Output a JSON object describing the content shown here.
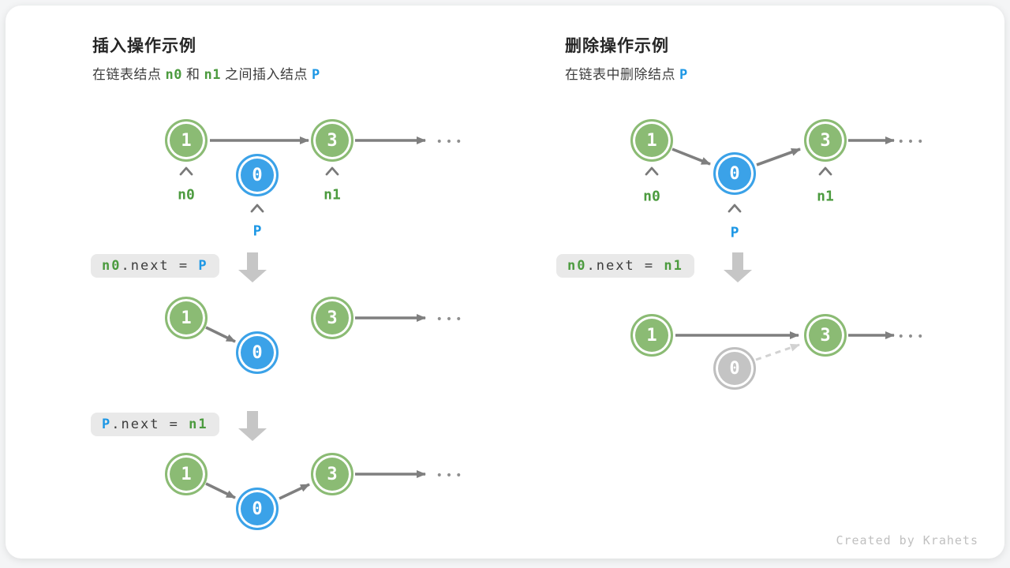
{
  "colors": {
    "node_green": "#8bbb74",
    "node_blue": "#3ba2e8",
    "node_gray": "#c4c4c4",
    "text_green": "#4c9b3f",
    "text_blue": "#1d97e5",
    "arrow_gray": "#7f7f7f",
    "dashed_arrow": "#d2d2d2",
    "block_arrow": "#c6c6c6",
    "code_bg": "#e9e9e9"
  },
  "icons": {
    "caret": "caret-up-icon",
    "flow": "block-arrow-down-icon",
    "ellipsis": "ellipsis-dots"
  },
  "footer": "Created by Krahets",
  "insert": {
    "title": "插入操作示例",
    "subtitle": [
      {
        "t": "在链表结点",
        "c": "plain"
      },
      {
        "t": "n0",
        "c": "green"
      },
      {
        "t": "和",
        "c": "plain"
      },
      {
        "t": "n1",
        "c": "green"
      },
      {
        "t": "之间插入结点",
        "c": "plain"
      },
      {
        "t": "P",
        "c": "blue"
      }
    ],
    "code1": [
      {
        "t": "n0",
        "c": "green"
      },
      {
        "t": ".next = ",
        "c": "plain"
      },
      {
        "t": "P",
        "c": "blue"
      }
    ],
    "code2": [
      {
        "t": "P",
        "c": "blue"
      },
      {
        "t": ".next = ",
        "c": "plain"
      },
      {
        "t": "n1",
        "c": "green"
      }
    ],
    "step1": {
      "nodes": [
        {
          "value": "1",
          "variant": "green"
        },
        {
          "value": "0",
          "variant": "blue"
        },
        {
          "value": "3",
          "variant": "green"
        }
      ],
      "labels": [
        {
          "t": "n0",
          "c": "green"
        },
        {
          "t": "P",
          "c": "blue"
        },
        {
          "t": "n1",
          "c": "green"
        }
      ],
      "ellipsis": "•••"
    },
    "step2": {
      "nodes": [
        {
          "value": "1",
          "variant": "green"
        },
        {
          "value": "0",
          "variant": "blue"
        },
        {
          "value": "3",
          "variant": "green"
        }
      ],
      "ellipsis": "•••"
    },
    "step3": {
      "nodes": [
        {
          "value": "1",
          "variant": "green"
        },
        {
          "value": "0",
          "variant": "blue"
        },
        {
          "value": "3",
          "variant": "green"
        }
      ],
      "ellipsis": "•••"
    }
  },
  "delete": {
    "title": "删除操作示例",
    "subtitle": [
      {
        "t": "在链表中删除结点",
        "c": "plain"
      },
      {
        "t": "P",
        "c": "blue"
      }
    ],
    "code1": [
      {
        "t": "n0",
        "c": "green"
      },
      {
        "t": ".next = ",
        "c": "plain"
      },
      {
        "t": "n1",
        "c": "green"
      }
    ],
    "step1": {
      "nodes": [
        {
          "value": "1",
          "variant": "green"
        },
        {
          "value": "0",
          "variant": "blue"
        },
        {
          "value": "3",
          "variant": "green"
        }
      ],
      "labels": [
        {
          "t": "n0",
          "c": "green"
        },
        {
          "t": "P",
          "c": "blue"
        },
        {
          "t": "n1",
          "c": "green"
        }
      ],
      "ellipsis": "•••"
    },
    "step2": {
      "nodes": [
        {
          "value": "1",
          "variant": "green"
        },
        {
          "value": "0",
          "variant": "gray"
        },
        {
          "value": "3",
          "variant": "green"
        }
      ],
      "ellipsis": "•••"
    }
  }
}
